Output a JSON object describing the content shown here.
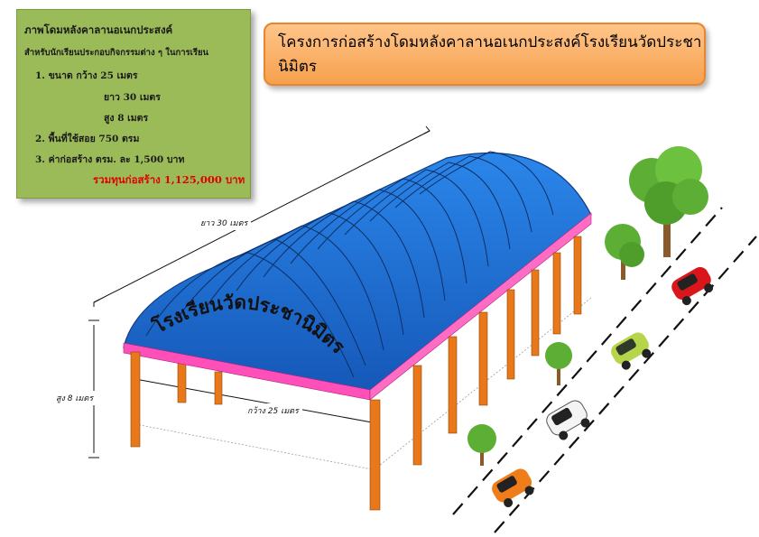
{
  "info_box": {
    "heading": "ภาพโดมหลังคาลานอเนกประสงค์",
    "subtitle": "สำหรับนักเรียนประกอบกิจกรรมต่าง ๆ ในการเรียน",
    "size_label": "1.  ขนาด    กว้าง  25  เมตร",
    "length_label": "ยาว  30  เมตร",
    "height_label": "สูง    8  เมตร",
    "area_label": "2.  พื้นที่ใช้สอย   750  ตรม",
    "cost_label": "3.  ค่าก่อสร้าง  ตรม. ละ  1,500  บาท",
    "total_label": "รวมทุนก่อสร้าง  1,125,000  บาท"
  },
  "banner": {
    "title": "โครงการก่อสร้างโดมหลังคาลานอเนกประสงค์โรงเรียนวัดประชานิมิตร"
  },
  "dimensions": {
    "length": "ยาว  30  เมตร",
    "width": "กว้าง  25  เมตร",
    "height": "สูง  8  เมตร"
  },
  "roof_text": "โรงเรียนวัดประชานิมิตร",
  "colors": {
    "roof": "#1f6fd0",
    "beam": "#ff4fb8",
    "pillar": "#e8781a",
    "panel": "#9bbb59",
    "banner": "#f6a04d",
    "total_text": "#e00000"
  }
}
